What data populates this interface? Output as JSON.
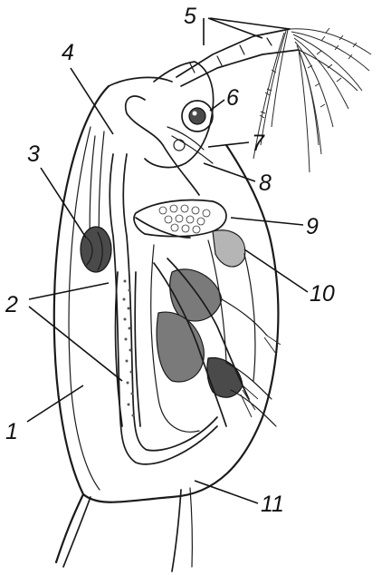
{
  "labels": {
    "l1": "1",
    "l2": "2",
    "l3": "3",
    "l4": "4",
    "l5": "5",
    "l6": "6",
    "l7": "7",
    "l8": "8",
    "l9": "9",
    "l10": "10",
    "l11": "11"
  },
  "colors": {
    "ink": "#1a1a1a",
    "shading": "#7a7a7a",
    "background": "#ffffff"
  }
}
